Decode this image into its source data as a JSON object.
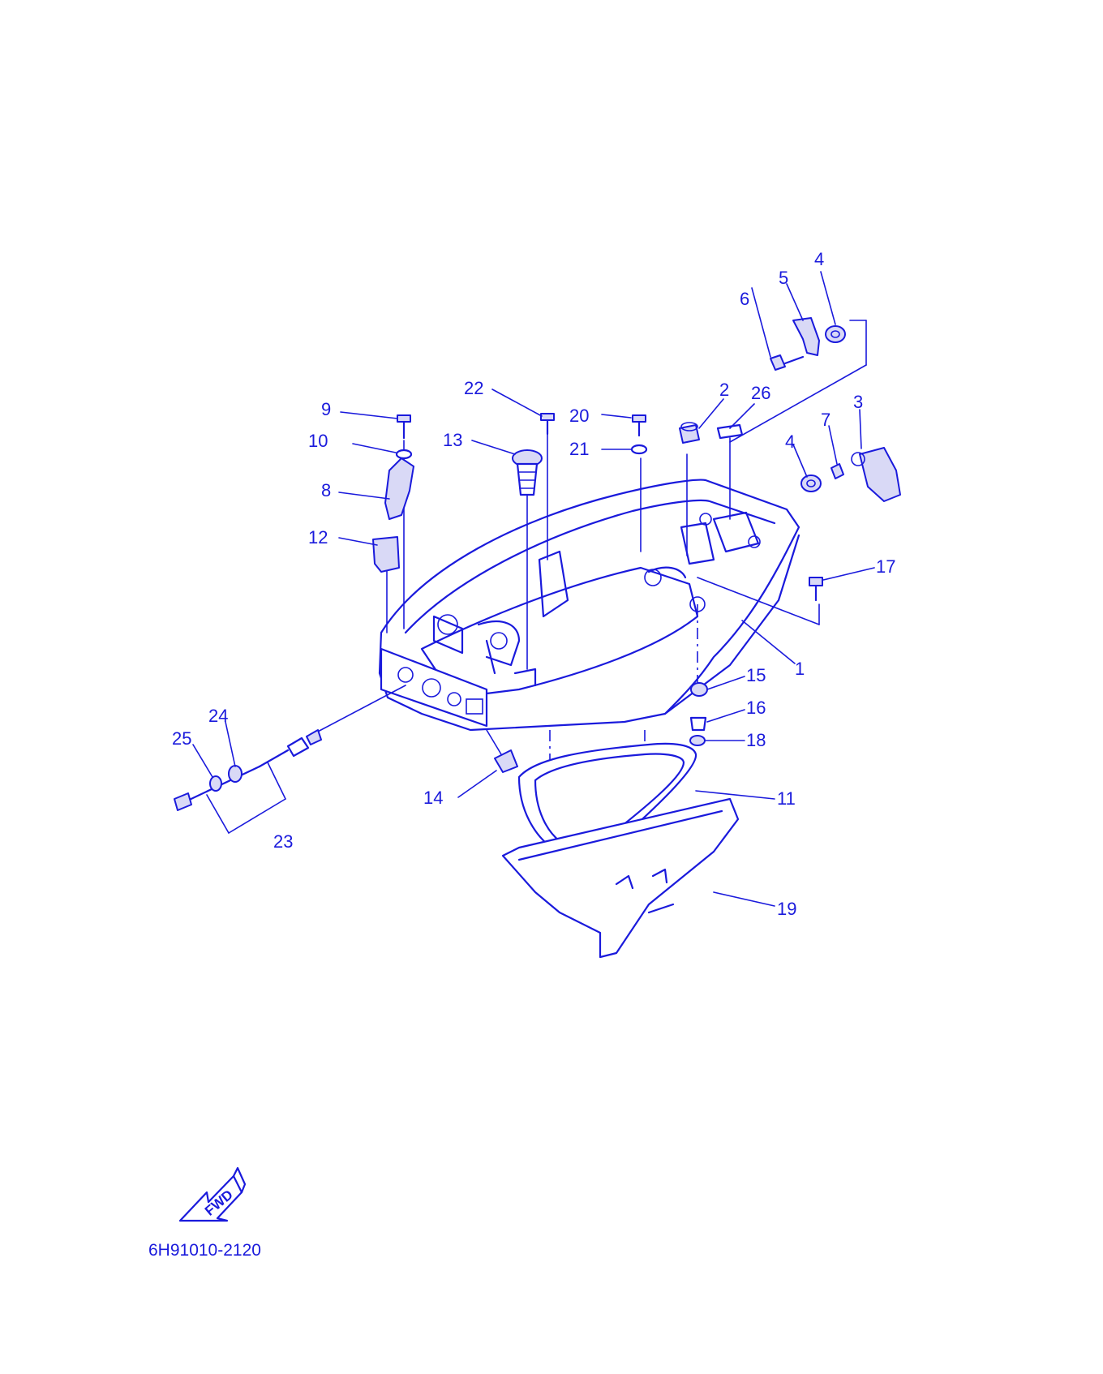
{
  "diagram": {
    "callouts": [
      {
        "id": "1",
        "text": "1"
      },
      {
        "id": "2",
        "text": "2"
      },
      {
        "id": "3",
        "text": "3"
      },
      {
        "id": "4a",
        "text": "4"
      },
      {
        "id": "4b",
        "text": "4"
      },
      {
        "id": "5",
        "text": "5"
      },
      {
        "id": "6",
        "text": "6"
      },
      {
        "id": "7",
        "text": "7"
      },
      {
        "id": "8",
        "text": "8"
      },
      {
        "id": "9",
        "text": "9"
      },
      {
        "id": "10",
        "text": "10"
      },
      {
        "id": "11",
        "text": "11"
      },
      {
        "id": "12",
        "text": "12"
      },
      {
        "id": "13",
        "text": "13"
      },
      {
        "id": "14",
        "text": "14"
      },
      {
        "id": "15",
        "text": "15"
      },
      {
        "id": "16",
        "text": "16"
      },
      {
        "id": "17",
        "text": "17"
      },
      {
        "id": "18",
        "text": "18"
      },
      {
        "id": "19",
        "text": "19"
      },
      {
        "id": "20",
        "text": "20"
      },
      {
        "id": "21",
        "text": "21"
      },
      {
        "id": "22",
        "text": "22"
      },
      {
        "id": "23",
        "text": "23"
      },
      {
        "id": "24",
        "text": "24"
      },
      {
        "id": "25",
        "text": "25"
      },
      {
        "id": "26",
        "text": "26"
      }
    ],
    "fwd_label": "FWD",
    "drawing_code": "6H91010-2120",
    "line_color": "#1a1adc"
  }
}
